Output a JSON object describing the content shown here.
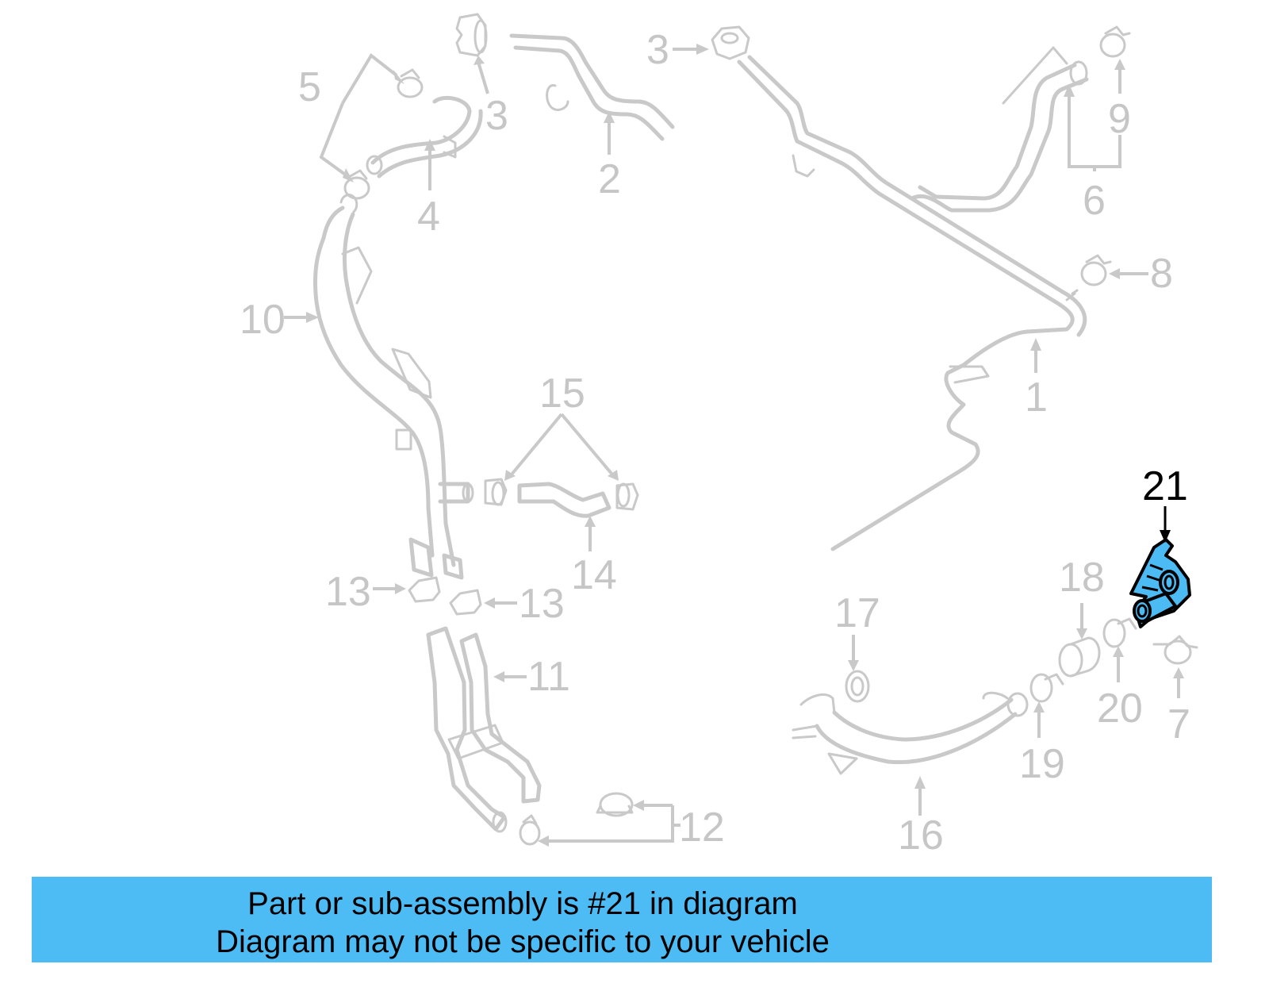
{
  "diagram": {
    "highlighted_part": "21",
    "colors": {
      "highlight": "#4cbbf3",
      "parts": "#c9c9c9",
      "labels": "#c6c6c6",
      "banner": "#4dbbf4"
    },
    "labels": {
      "l1": "1",
      "l2": "2",
      "l3a": "3",
      "l3b": "3",
      "l4": "4",
      "l5": "5",
      "l6": "6",
      "l7": "7",
      "l8": "8",
      "l9": "9",
      "l10": "10",
      "l11": "11",
      "l12": "12",
      "l13a": "13",
      "l13b": "13",
      "l14": "14",
      "l15": "15",
      "l16": "16",
      "l17": "17",
      "l18": "18",
      "l19": "19",
      "l20": "20",
      "l21": "21"
    }
  },
  "banner": {
    "line1": "Part or sub-assembly is #21 in diagram",
    "line2": "Diagram may not be specific to your vehicle"
  }
}
